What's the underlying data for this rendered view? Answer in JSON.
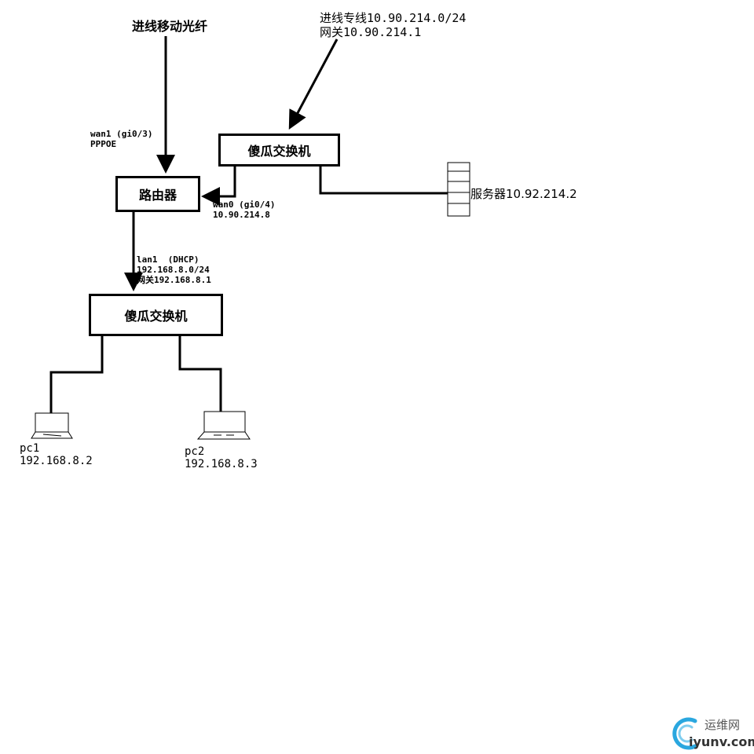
{
  "top_labels": {
    "mobile_fiber": "进线移动光纤",
    "dedicated_line": "进线专线10.90.214.0/24",
    "dedicated_gateway": "网关10.90.214.1"
  },
  "wan1": {
    "line1": "wan1 (gi0/3)",
    "line2": "PPPOE"
  },
  "wan0": {
    "line1": "wan0 (gi0/4)",
    "line2": "10.90.214.8"
  },
  "lan1": {
    "line1": "lan1  (DHCP)",
    "line2": "192.168.8.0/24",
    "line3": "网关192.168.8.1"
  },
  "nodes": {
    "switch_top": "傻瓜交换机",
    "router": "路由器",
    "switch_bottom": "傻瓜交换机",
    "server": "服务器10.92.214.2"
  },
  "pcs": [
    {
      "name": "pc1",
      "ip": "192.168.8.2"
    },
    {
      "name": "pc2",
      "ip": "192.168.8.3"
    }
  ],
  "watermark": {
    "cn": "运维网",
    "en": "iyunv.com",
    "color": "#2aa7df"
  }
}
